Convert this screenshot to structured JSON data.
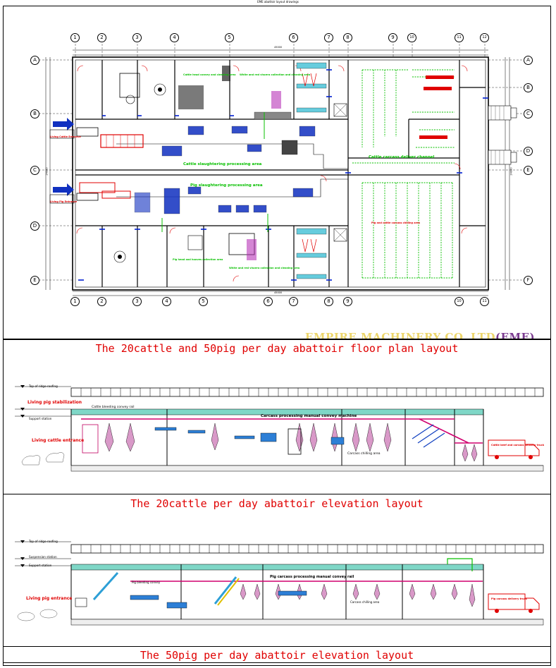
{
  "header": {
    "drawing_title": "EME abattoir layout drawings"
  },
  "plan": {
    "caption": "The 20cattle and 50pig per day abattoir floor plan layout",
    "company": "EMPIRE MACHINERY CO.,LTD",
    "company_abbr": "(EME)",
    "overall_dimension_top": "45000",
    "overall_dimension_bottom": "45000",
    "side_dimension_left": "24000",
    "side_dimension_right": "24000",
    "column_axes_top": [
      "1",
      "2",
      "3",
      "4",
      "5",
      "6",
      "7",
      "8",
      "9",
      "10",
      "11",
      "12"
    ],
    "column_axes_bottom": [
      "1",
      "2",
      "3",
      "4",
      "5",
      "6",
      "7",
      "8",
      "9",
      "10",
      "11"
    ],
    "row_axes": [
      "A",
      "B",
      "C",
      "D",
      "E"
    ],
    "right_row_axes": [
      "A",
      "B",
      "C",
      "D",
      "E",
      "F"
    ],
    "areas": {
      "cattle_slaughter": "Cattle slaughtering processing area",
      "pig_slaughter": "Pig slaughtering processing area",
      "cattle_carcass_channel": "Cattle carcass deliver channel",
      "pig_cattle_chilling": "Pig and cattle carcass chilling area",
      "cattle_head_room": "Cattle head convey and cleaning area",
      "cattle_viscera": "White and red viscera collection and cleaning area",
      "pig_head_room": "Pig head and hooves collection area",
      "pig_viscera": "White and red viscera collection and cleaning area",
      "cattle_entrance": "Living Cattle Entrance",
      "pig_entrance": "Living Pig Entrance"
    }
  },
  "cattle_elevation": {
    "caption": "The 20cattle per day abattoir elevation layout",
    "level_top": "Top of ridge-roofing",
    "level_bleed": "Living pig stabilization",
    "level_support": "Support station",
    "entrance": "Living cattle entrance",
    "rail": "Carcass processing manual convey machine",
    "bleeding_rail": "Cattle bleeding convey rail",
    "chilling": "Carcass chilling area",
    "truck": "Cattle beef and carcass delivery truck"
  },
  "pig_elevation": {
    "caption": "The 50pig per day abattoir elevation layout",
    "level_top": "Top of ridge-roofing",
    "level_mid": "Suspension station",
    "level_support": "Support station",
    "entrance": "Living pig entrance",
    "rail": "Pig carcass processing manual convey rail",
    "bleeding_rail": "Pig bleeding convey",
    "chilling": "Carcass chilling area",
    "truck": "Pig carcass delivery truck"
  },
  "colors": {
    "caption_red": "#e00000",
    "area_green": "#08c000",
    "watermark_gold": "#ecd56a",
    "watermark_purple": "#7a3b8f",
    "rail_magenta": "#d0006f",
    "equip_blue": "#1030c0"
  }
}
